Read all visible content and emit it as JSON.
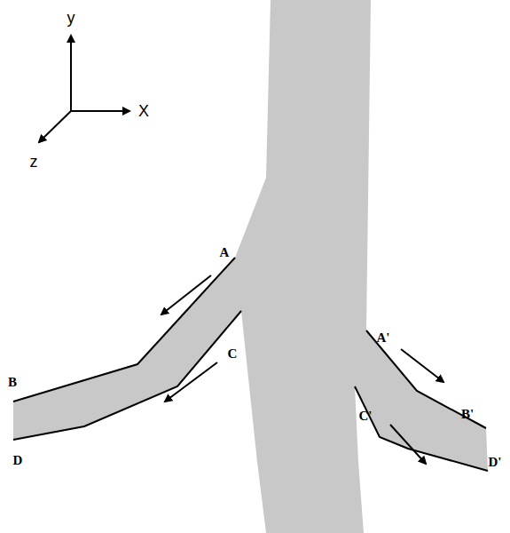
{
  "diagram": {
    "labels": [
      "y",
      "X",
      "z",
      "A",
      "B",
      "C",
      "D",
      "A'",
      "B'",
      "C'",
      "D'"
    ]
  }
}
